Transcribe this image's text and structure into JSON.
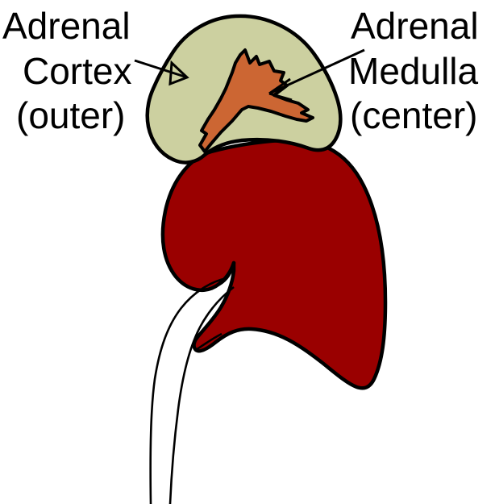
{
  "figure": {
    "type": "anatomical-diagram",
    "subject": "Adrenal gland and kidney cross-section",
    "background_color": "#ffffff",
    "outline_color": "#000000"
  },
  "labels": {
    "cortex": {
      "line1": "Adrenal",
      "line2": "Cortex",
      "line3": "(outer)",
      "side": "left"
    },
    "medulla": {
      "line1": "Adrenal",
      "line2": "Medulla",
      "line3": "(center)",
      "side": "right"
    }
  },
  "structures": {
    "adrenal_cortex": {
      "name": "Adrenal Cortex",
      "fill": "#ccd0a0",
      "stroke": "#000000"
    },
    "adrenal_medulla": {
      "name": "Adrenal Medulla",
      "fill": "#cc6633",
      "stroke": "#000000"
    },
    "kidney": {
      "name": "Kidney",
      "fill": "#9a0000",
      "stroke": "#000000"
    },
    "ureter": {
      "name": "Ureter",
      "fill": "none",
      "stroke": "#000000"
    }
  }
}
